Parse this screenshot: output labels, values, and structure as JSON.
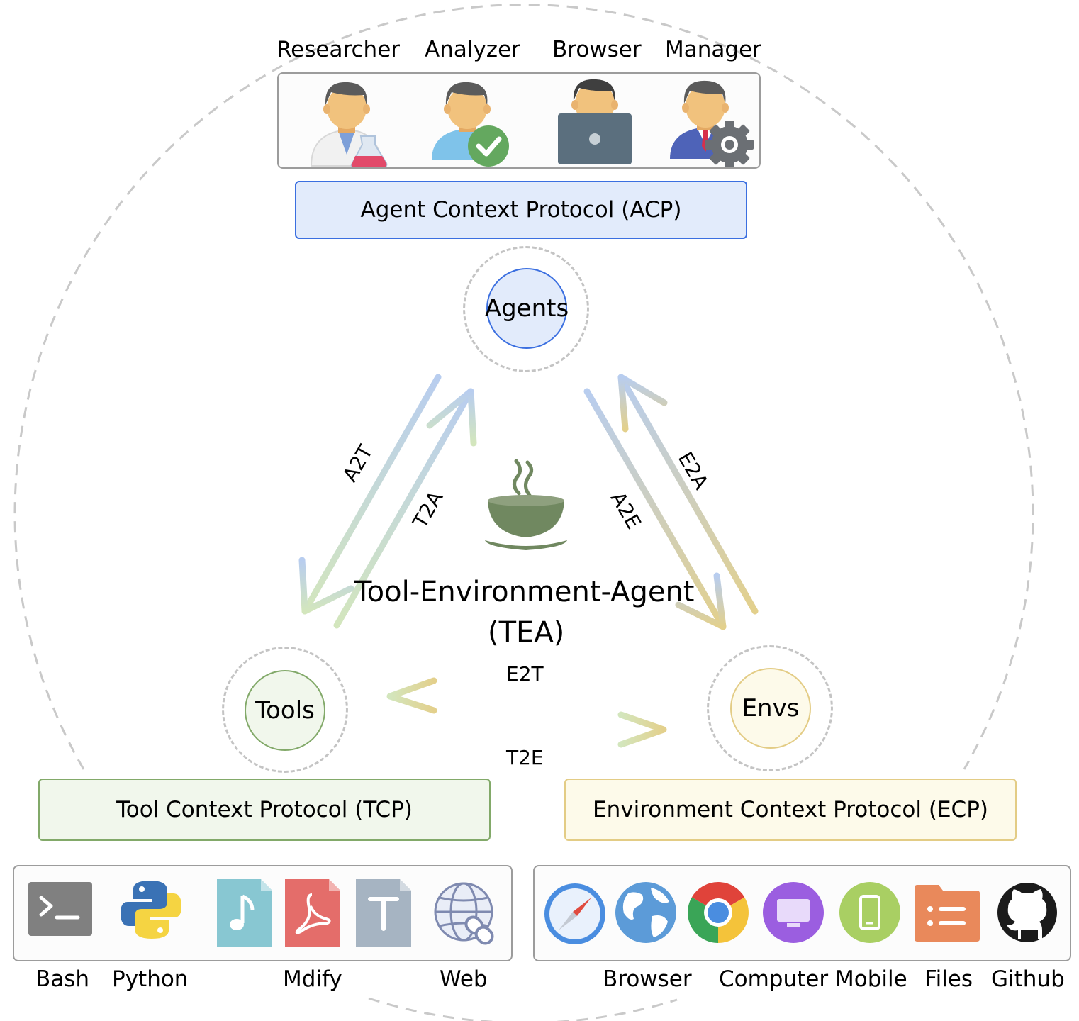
{
  "agents": {
    "labels": [
      "Researcher",
      "Analyzer",
      "Browser",
      "Manager"
    ],
    "icons": [
      "researcher-icon",
      "analyzer-icon",
      "browser-agent-icon",
      "manager-icon"
    ]
  },
  "protocols": {
    "acp": "Agent Context Protocol (ACP)",
    "tcp": "Tool Context Protocol (TCP)",
    "ecp": "Environment Context Protocol (ECP)"
  },
  "nodes": {
    "agents": "Agents",
    "tools": "Tools",
    "envs": "Envs"
  },
  "edges": {
    "a2t": "A2T",
    "t2a": "T2A",
    "a2e": "A2E",
    "e2a": "E2A",
    "e2t": "E2T",
    "t2e": "T2E"
  },
  "center": {
    "title": "Tool-Environment-Agent",
    "subtitle": "(TEA)",
    "icon": "tea-cup-icon"
  },
  "tools": {
    "labels": [
      "Bash",
      "Python",
      "Mdify",
      "Web"
    ],
    "icons": [
      "terminal-icon",
      "python-icon",
      "audio-file-icon",
      "pdf-file-icon",
      "text-file-icon",
      "web-link-icon"
    ]
  },
  "envs": {
    "labels": [
      "Browser",
      "Computer",
      "Mobile",
      "Files",
      "Github"
    ],
    "icons": [
      "safari-icon",
      "globe-icon",
      "chrome-icon",
      "computer-icon",
      "mobile-icon",
      "files-icon",
      "github-icon"
    ]
  },
  "colors": {
    "agent_blue": "#e2ebfb",
    "agent_border": "#3b6fe0",
    "tool_green": "#f1f7ec",
    "tool_border": "#82a969",
    "env_yellow": "#fdfaea",
    "env_border": "#e3cc85",
    "arrow_blue": "#b7cdee",
    "arrow_green": "#cfe3b6",
    "arrow_gold": "#e0cf8e"
  }
}
